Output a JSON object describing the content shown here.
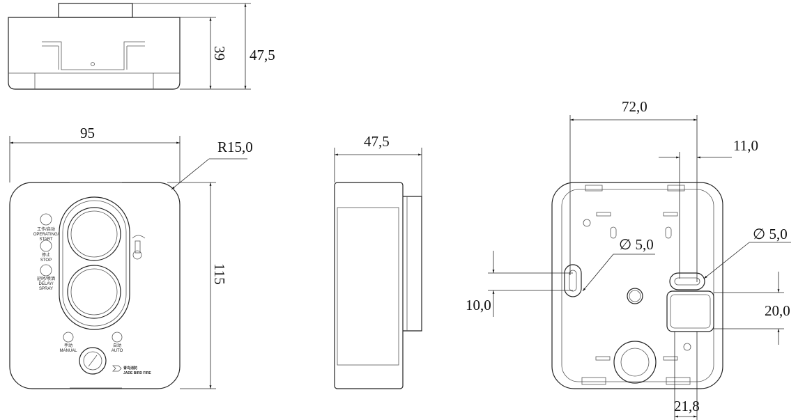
{
  "dimensions": {
    "top_height_inner": "39",
    "top_height_total": "47,5",
    "front_width": "95",
    "front_radius": "R15,0",
    "front_height": "115",
    "side_depth": "47,5",
    "back_hole_spacing": "72,0",
    "back_hole_offset": "11,0",
    "hole_left_diameter": "∅ 5,0",
    "hole_right_diameter": "∅ 5,0",
    "back_left_offset": "10,0",
    "back_right_offset": "20,0",
    "back_bottom_width": "21,8"
  },
  "front_labels": {
    "operating_cn": "工作/启动",
    "operating_en1": "OPERATING/",
    "operating_en2": "START",
    "stop_cn": "停止",
    "stop_en": "STOP",
    "delay_cn": "延时/喷洒",
    "delay_en1": "DELAY/",
    "delay_en2": "SPRAY",
    "manual_cn": "手动",
    "manual_en": "MANUAL",
    "auto_cn": "自动",
    "auto_en": "AUTO",
    "logo_cn": "青鸟消防",
    "logo_en": "JADE BIRD FIRE"
  }
}
